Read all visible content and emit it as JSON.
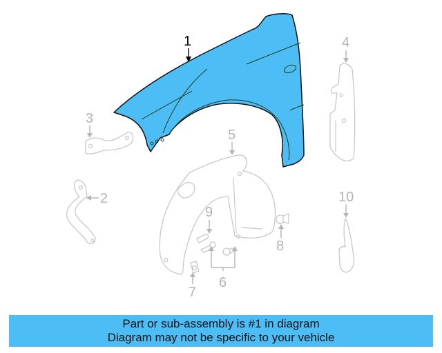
{
  "diagram": {
    "highlight_color": "#4cbdf5",
    "callouts": [
      {
        "id": "1",
        "label": "1",
        "part": "fender",
        "highlighted": true
      },
      {
        "id": "2",
        "label": "2",
        "part": "lower-bracket"
      },
      {
        "id": "3",
        "label": "3",
        "part": "upper-bracket"
      },
      {
        "id": "4",
        "label": "4",
        "part": "rear-bracket"
      },
      {
        "id": "5",
        "label": "5",
        "part": "fender-liner"
      },
      {
        "id": "6",
        "label": "6",
        "part": "screws"
      },
      {
        "id": "7",
        "label": "7",
        "part": "clip-nut"
      },
      {
        "id": "8",
        "label": "8",
        "part": "push-retainer"
      },
      {
        "id": "9",
        "label": "9",
        "part": "clip"
      },
      {
        "id": "10",
        "label": "10",
        "part": "mud-flap"
      }
    ]
  },
  "banner": {
    "line1": "Part or sub-assembly is #1 in diagram",
    "line2": "Diagram may not be specific to your vehicle",
    "background": "#4cbdf5"
  }
}
